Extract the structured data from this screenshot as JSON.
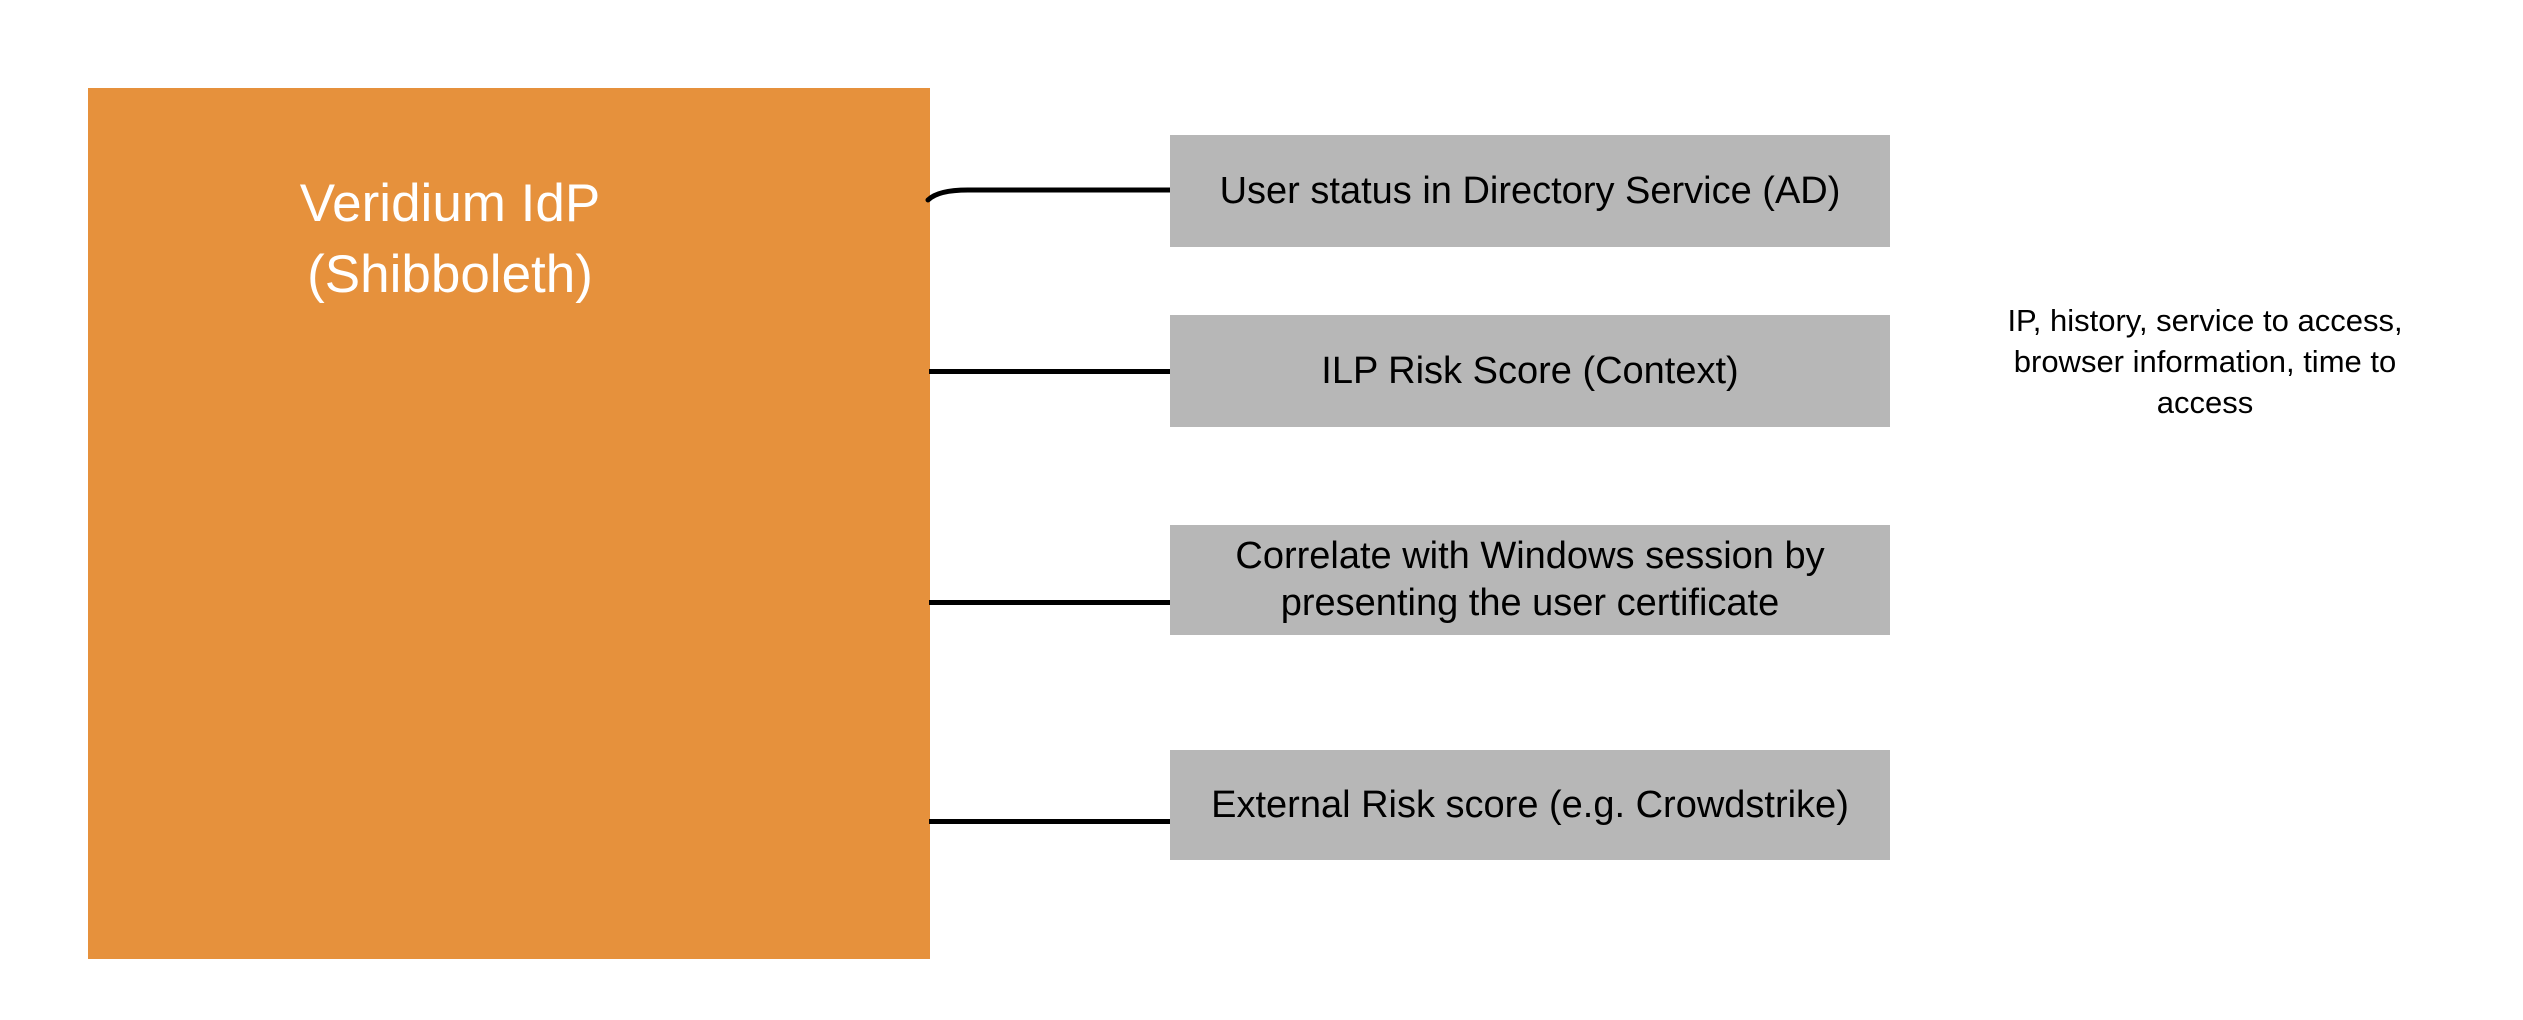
{
  "colors": {
    "background": "#FFFFFF",
    "idp_box_fill": "#E6913C",
    "idp_text": "#FFFFFF",
    "factor_box_fill": "#B7B7B7",
    "factor_text": "#000000",
    "connector": "#000000",
    "annotation_text": "#000000"
  },
  "idp_box": {
    "title_lines": [
      "Veridium IdP",
      "(Shibboleth)"
    ]
  },
  "factor_boxes": [
    {
      "label": "User status in Directory Service (AD)"
    },
    {
      "label": "ILP Risk Score (Context)"
    },
    {
      "label": "Correlate with Windows session by presenting the user certificate"
    },
    {
      "label": "External Risk score (e.g. Crowdstrike)"
    }
  ],
  "annotation": {
    "lines": [
      "IP, history, service to access,",
      "browser information, time to",
      "access"
    ]
  }
}
